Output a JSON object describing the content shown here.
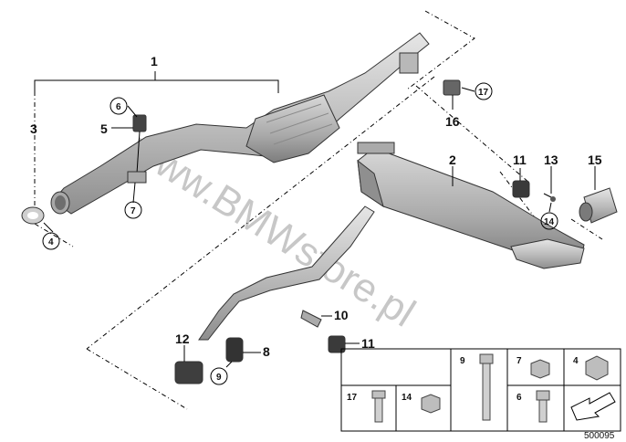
{
  "callouts": {
    "c1": "1",
    "c2": "2",
    "c3": "3",
    "c4": "4",
    "c5": "5",
    "c6": "6",
    "c7": "7",
    "c8": "8",
    "c9": "9",
    "c10": "10",
    "c11a": "11",
    "c11b": "11",
    "c12": "12",
    "c13": "13",
    "c14": "14",
    "c15": "15",
    "c16": "16",
    "c17": "17"
  },
  "legend": {
    "l9": "9",
    "l7": "7",
    "l4": "4",
    "l17": "17",
    "l14": "14",
    "l6": "6"
  },
  "watermark": "www.BMWstore.pl",
  "diagram_number": "500095",
  "colors": {
    "part_fill": "#c9c9c9",
    "part_dark": "#9b9b9b",
    "line": "#000000"
  }
}
